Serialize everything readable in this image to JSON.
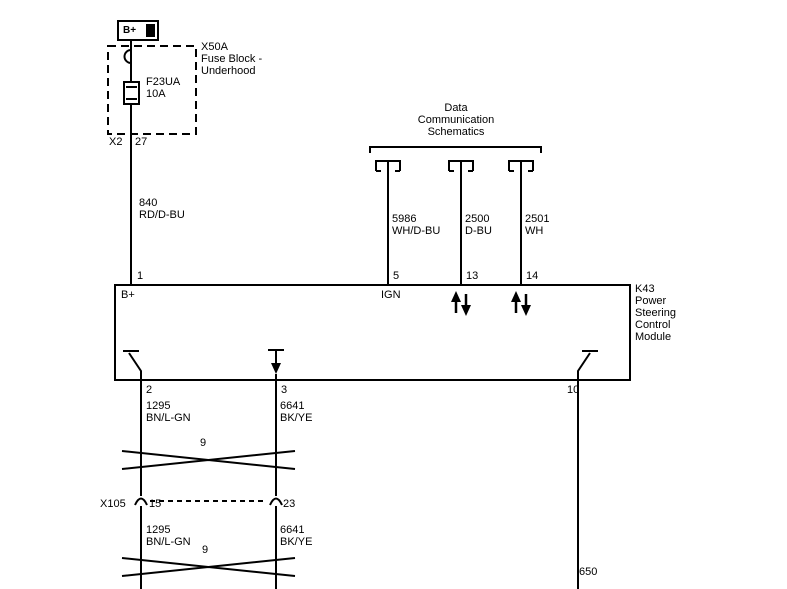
{
  "colors": {
    "line": "#000000",
    "background": "#ffffff"
  },
  "battery": {
    "label": "B+"
  },
  "fuse_block": {
    "id": "X50A",
    "name_line1": "Fuse Block -",
    "name_line2": "Underhood",
    "fuse_id": "F23UA",
    "fuse_rating": "10A",
    "exit_connector": "X2",
    "exit_pin": "27"
  },
  "data_comm": {
    "line1": "Data",
    "line2": "Communication",
    "line3": "Schematics"
  },
  "wires": {
    "w840": {
      "circuit": "840",
      "color": "RD/D-BU"
    },
    "w5986": {
      "circuit": "5986",
      "color": "WH/D-BU"
    },
    "w2500": {
      "circuit": "2500",
      "color": "D-BU"
    },
    "w2501": {
      "circuit": "2501",
      "color": "WH"
    },
    "w1295_upper": {
      "circuit": "1295",
      "color": "BN/L-GN"
    },
    "w6641_upper": {
      "circuit": "6641",
      "color": "BK/YE"
    },
    "w1295_lower": {
      "circuit": "1295",
      "color": "BN/L-GN"
    },
    "w6641_lower": {
      "circuit": "6641",
      "color": "BK/YE"
    },
    "w650": {
      "circuit": "650"
    }
  },
  "module": {
    "id": "K43",
    "name_line1": "Power",
    "name_line2": "Steering",
    "name_line3": "Control",
    "name_line4": "Module",
    "pin1": "1",
    "pin5": "5",
    "pin13": "13",
    "pin14": "14",
    "pin2": "2",
    "pin3": "3",
    "pin10": "10",
    "label_bplus": "B+",
    "label_ign": "IGN"
  },
  "connector_x105": {
    "id": "X105",
    "left_pin": "15",
    "right_pin": "23"
  },
  "twisted_pair": {
    "upper": "9",
    "lower": "9"
  }
}
